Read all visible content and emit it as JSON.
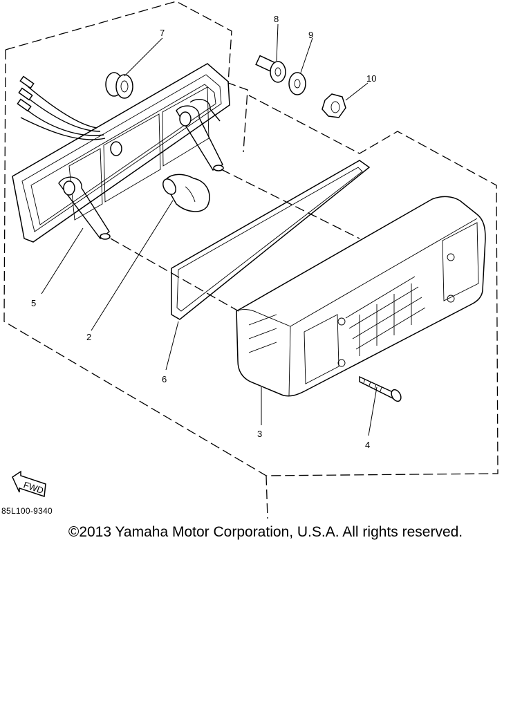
{
  "diagram": {
    "callouts": [
      "2",
      "3",
      "4",
      "5",
      "6",
      "7",
      "8",
      "9",
      "10"
    ],
    "fwd_label": "FWD",
    "drawing_code": "85L100-9340"
  },
  "footer": {
    "copyright": "©2013 Yamaha Motor Corporation, U.S.A. All rights reserved."
  }
}
